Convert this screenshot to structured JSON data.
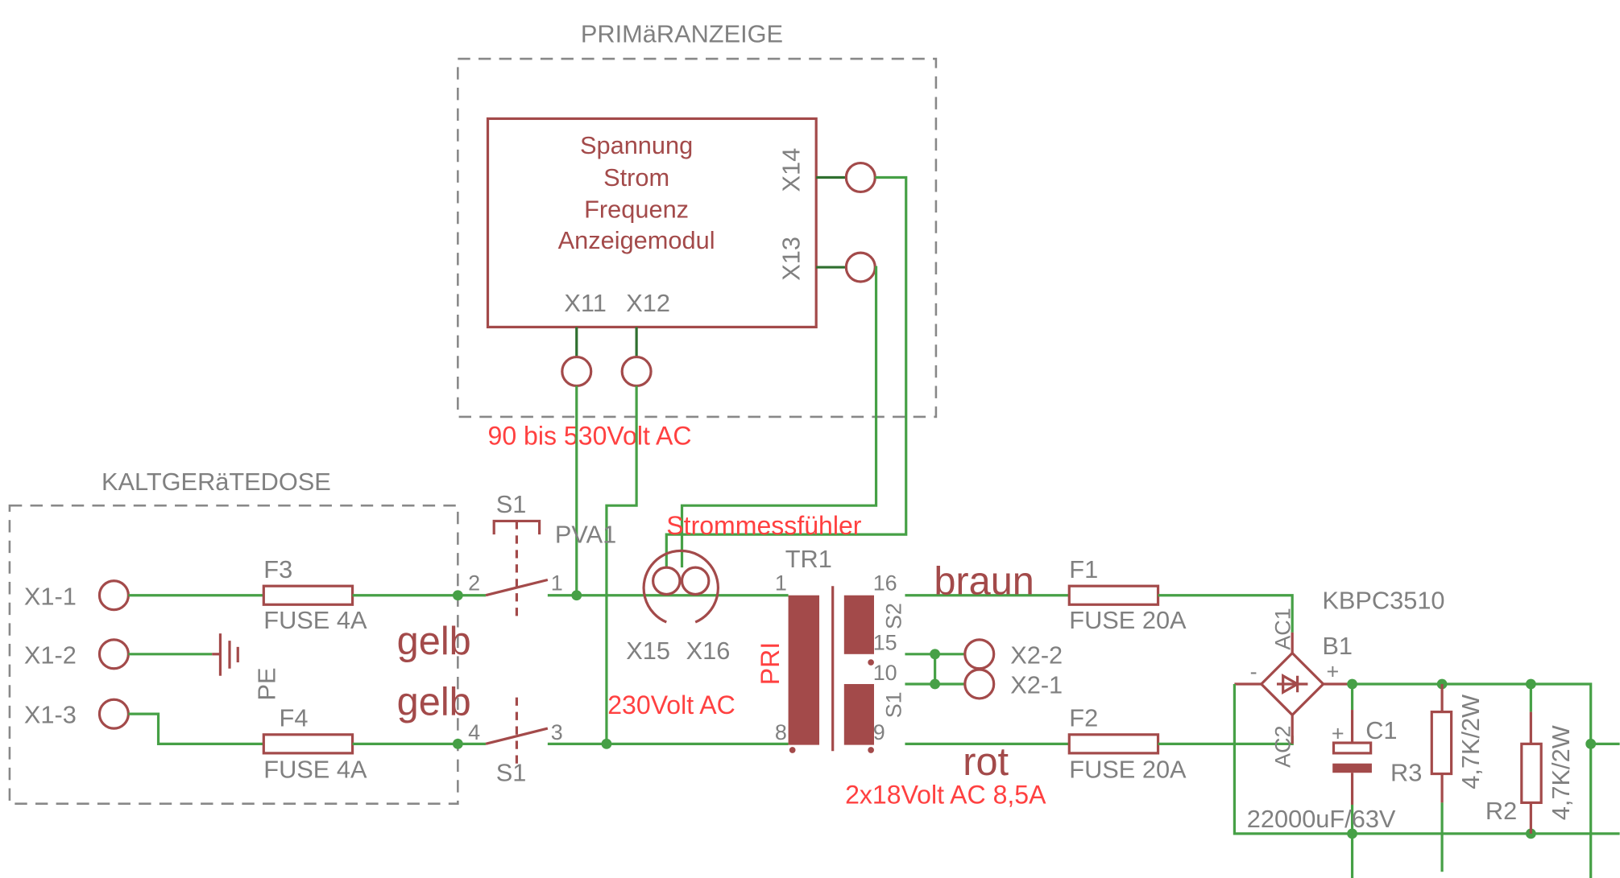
{
  "colors": {
    "wire": "#46a046",
    "part": "#a34a4a",
    "label": "#808080",
    "note": "#ff4040"
  },
  "primary_display": {
    "title": "PRIMäRANZEIGE",
    "module_lines": [
      "Spannung",
      "Strom",
      "Frequenz",
      "Anzeigemodul"
    ],
    "pins": {
      "x14": "X14",
      "x13": "X13",
      "x11": "X11",
      "x12": "X12"
    },
    "note": "90 bis 530Volt AC"
  },
  "inlet": {
    "title": "KALTGERäTEDOSE",
    "pins": [
      "X1-1",
      "X1-2",
      "X1-3"
    ],
    "pe": "PE"
  },
  "fuses": {
    "f3": "F3",
    "f3_value": "FUSE 4A",
    "f4": "F4",
    "f4_value": "FUSE 4A",
    "f1": "F1",
    "f1_value": "FUSE 20A",
    "f2": "F2",
    "f2_value": "FUSE 20A"
  },
  "wire_colors": {
    "gelb1": "gelb",
    "gelb2": "gelb",
    "braun": "braun",
    "rot": "rot"
  },
  "switch": {
    "name_top": "S1",
    "name_bottom": "S1",
    "part": "PVA1",
    "pins": [
      "2",
      "1",
      "4",
      "3"
    ]
  },
  "current_sensor": {
    "label": "Strommessfühler",
    "pins": [
      "X15",
      "X16"
    ],
    "note": "230Volt AC"
  },
  "transformer": {
    "name": "TR1",
    "pri": "PRI",
    "s1": "S1",
    "s2": "S2",
    "pins": [
      "1",
      "8",
      "16",
      "15",
      "10",
      "9"
    ],
    "note": "2x18Volt AC 8,5A"
  },
  "output": {
    "pins": [
      "X2-2",
      "X2-1"
    ]
  },
  "bridge": {
    "part": "KBPC3510",
    "name": "B1",
    "ac1": "AC1",
    "ac2": "AC2",
    "minus": "-",
    "plus": "+"
  },
  "capacitor": {
    "name": "C1",
    "value": "22000uF/63V",
    "polarity": "+"
  },
  "resistors": [
    {
      "name": "R3",
      "value": "4,7K/2W"
    },
    {
      "name": "R2",
      "value": "4,7K/2W"
    }
  ]
}
